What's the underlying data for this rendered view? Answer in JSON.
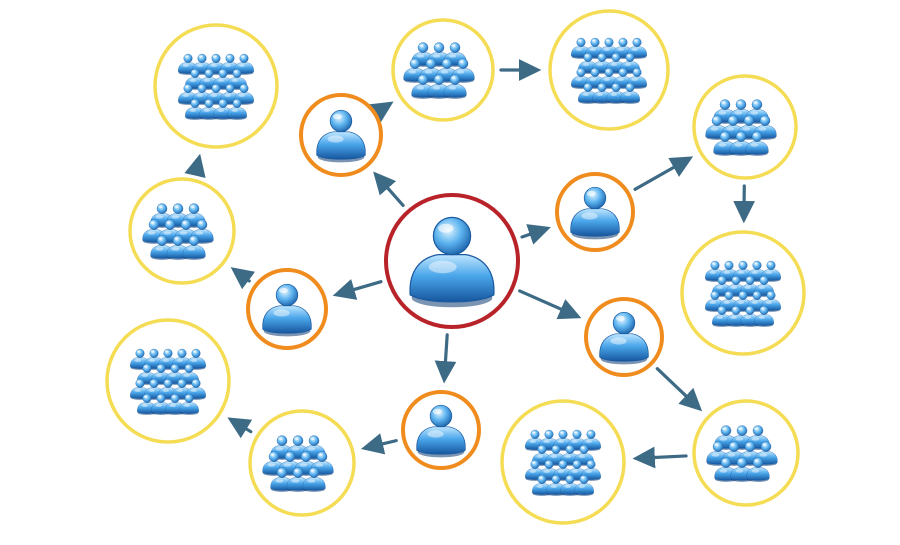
{
  "colors": {
    "center_ring": "#b8232a",
    "individual_ring": "#f08c1e",
    "group_ring": "#f5dc55",
    "arrow": "#3d6a84",
    "figure_light": "#bfe6ff",
    "figure_mid": "#4aa6ea",
    "figure_dark": "#16569e"
  },
  "icons": {
    "person": "person-icon",
    "group": "people-group-icon",
    "arrow": "arrow-icon"
  },
  "nodes": [
    {
      "id": "center",
      "kind": "hub"
    },
    {
      "id": "upper-left-person",
      "kind": "person"
    },
    {
      "id": "right-person",
      "kind": "person"
    },
    {
      "id": "lower-right-person",
      "kind": "person"
    },
    {
      "id": "bottom-person",
      "kind": "person"
    },
    {
      "id": "left-person",
      "kind": "person"
    },
    {
      "id": "top-group",
      "kind": "group",
      "level": "small"
    },
    {
      "id": "top-right-group",
      "kind": "group",
      "level": "large"
    },
    {
      "id": "right-upper-group",
      "kind": "group",
      "level": "small"
    },
    {
      "id": "right-lower-group",
      "kind": "group",
      "level": "large"
    },
    {
      "id": "bottom-right-group",
      "kind": "group",
      "level": "small"
    },
    {
      "id": "bottom-center-group",
      "kind": "group",
      "level": "large"
    },
    {
      "id": "bottom-left-group",
      "kind": "group",
      "level": "small"
    },
    {
      "id": "far-left-group",
      "kind": "group",
      "level": "large"
    },
    {
      "id": "left-group",
      "kind": "group",
      "level": "small"
    },
    {
      "id": "top-left-group",
      "kind": "group",
      "level": "large"
    }
  ],
  "edges": [
    {
      "from": "center",
      "to": "upper-left-person"
    },
    {
      "from": "upper-left-person",
      "to": "top-group"
    },
    {
      "from": "top-group",
      "to": "top-right-group"
    },
    {
      "from": "center",
      "to": "right-person"
    },
    {
      "from": "right-person",
      "to": "right-upper-group"
    },
    {
      "from": "right-upper-group",
      "to": "right-lower-group"
    },
    {
      "from": "center",
      "to": "lower-right-person"
    },
    {
      "from": "lower-right-person",
      "to": "bottom-right-group"
    },
    {
      "from": "bottom-right-group",
      "to": "bottom-center-group"
    },
    {
      "from": "center",
      "to": "bottom-person"
    },
    {
      "from": "bottom-person",
      "to": "bottom-left-group"
    },
    {
      "from": "bottom-left-group",
      "to": "far-left-group"
    },
    {
      "from": "center",
      "to": "left-person"
    },
    {
      "from": "left-person",
      "to": "left-group"
    },
    {
      "from": "left-group",
      "to": "top-left-group"
    }
  ]
}
